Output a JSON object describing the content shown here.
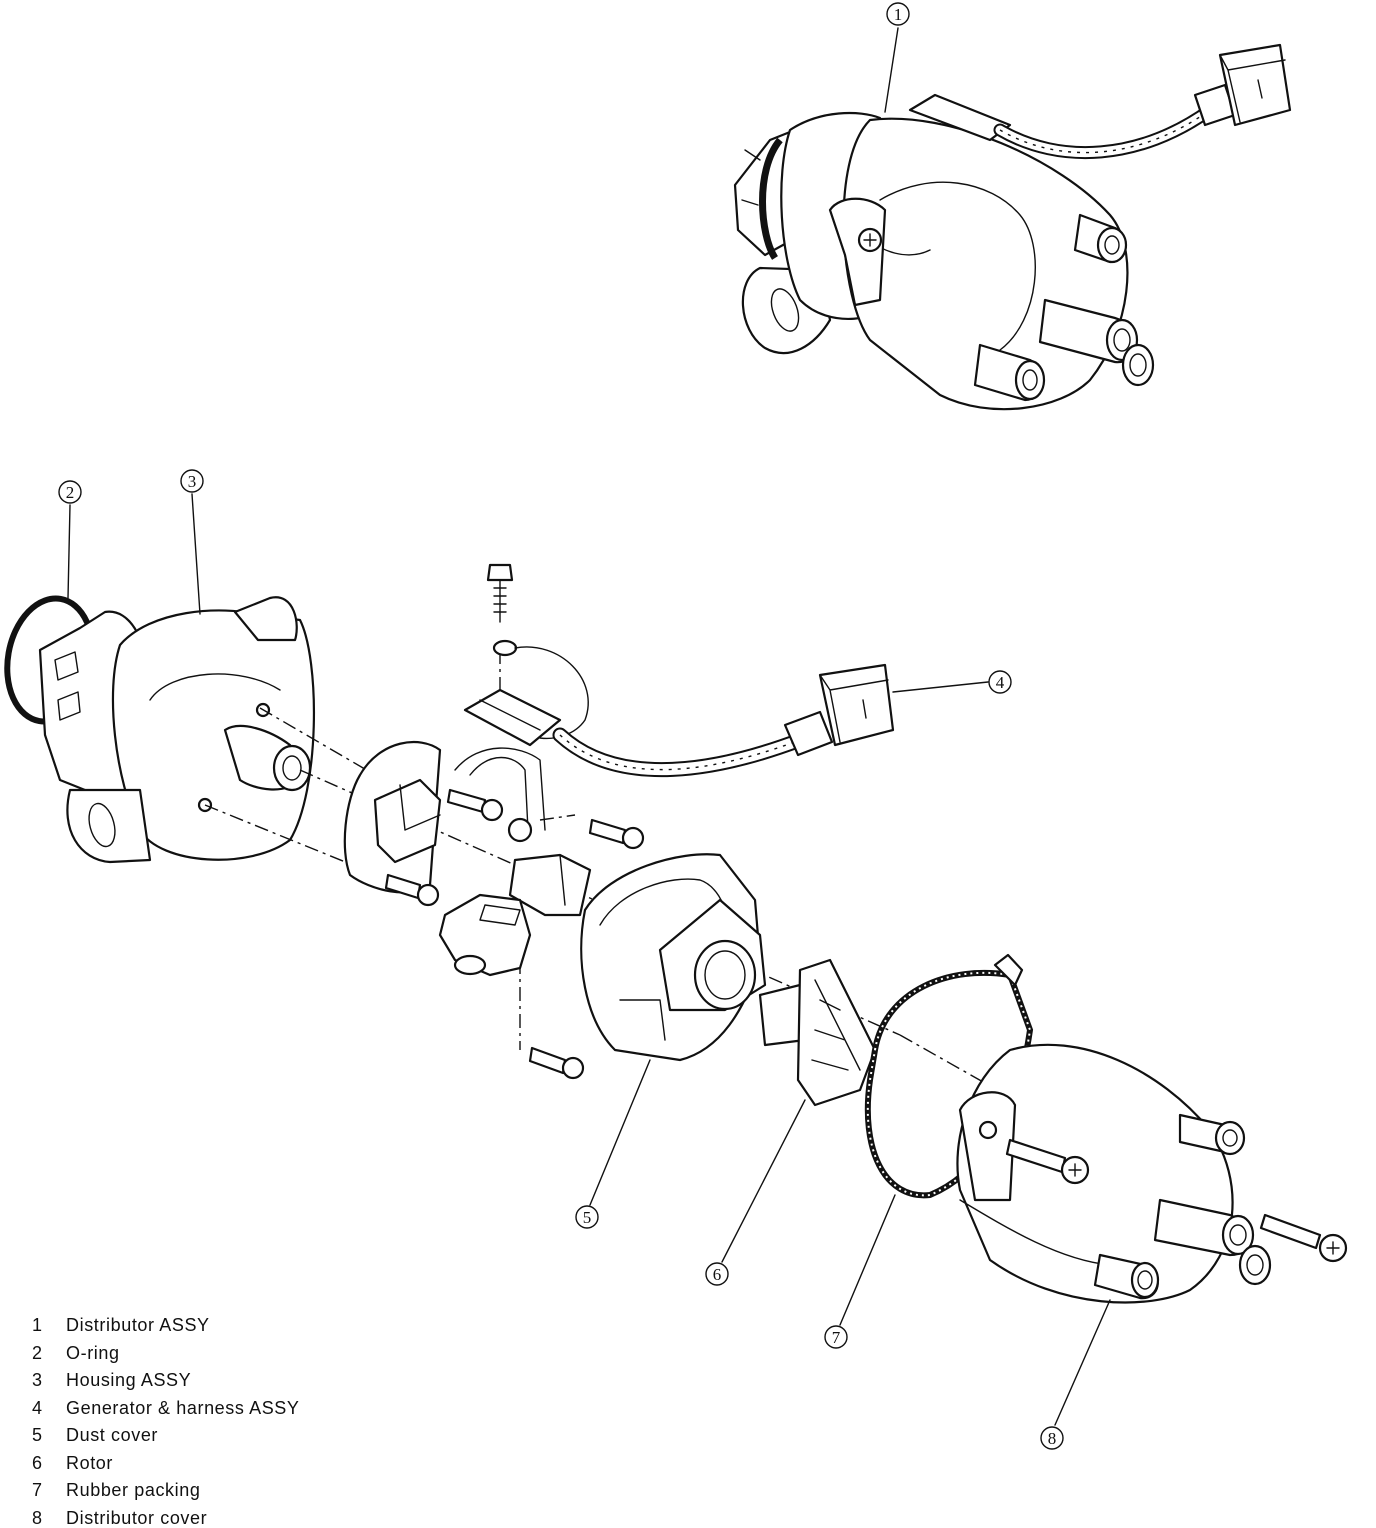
{
  "callouts": [
    "1",
    "2",
    "3",
    "4",
    "5",
    "6",
    "7",
    "8"
  ],
  "legend": [
    {
      "num": "1",
      "label": "Distributor ASSY"
    },
    {
      "num": "2",
      "label": "O-ring"
    },
    {
      "num": "3",
      "label": "Housing ASSY"
    },
    {
      "num": "4",
      "label": "Generator & harness ASSY"
    },
    {
      "num": "5",
      "label": "Dust cover"
    },
    {
      "num": "6",
      "label": "Rotor"
    },
    {
      "num": "7",
      "label": "Rubber packing"
    },
    {
      "num": "8",
      "label": "Distributor cover"
    }
  ]
}
